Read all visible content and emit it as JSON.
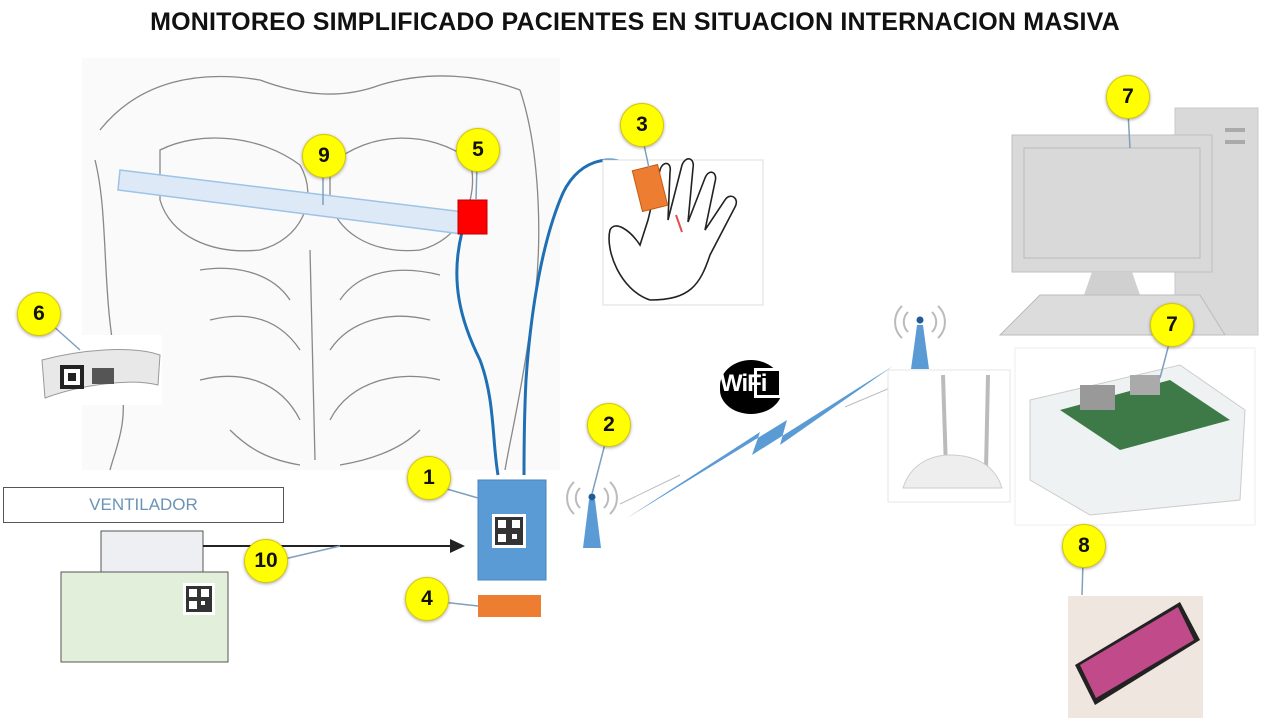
{
  "title": "MONITOREO SIMPLIFICADO PACIENTES EN SITUACION INTERNACION MASIVA",
  "ventilator_label": "VENTILADOR",
  "wifi_logo": "WiFi",
  "badges": [
    "1",
    "2",
    "3",
    "4",
    "5",
    "6",
    "7",
    "7",
    "8",
    "9",
    "10"
  ],
  "colors": {
    "badge": "#ffff00",
    "device": "#5b9bd5",
    "sensor": "#ed7d31",
    "electrode": "#ff0000",
    "cable": "#1f6fb5"
  }
}
